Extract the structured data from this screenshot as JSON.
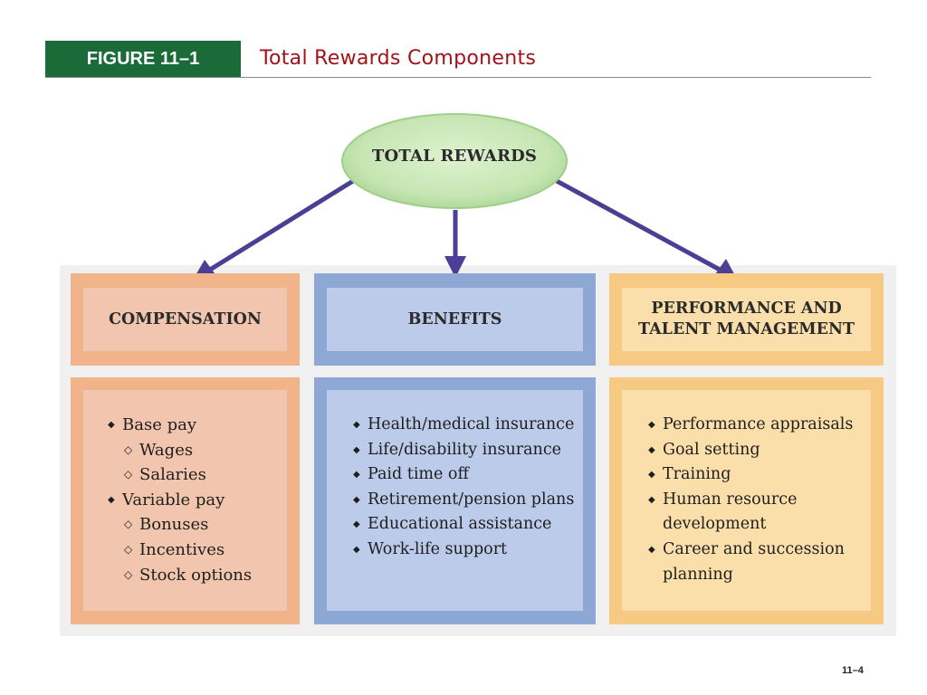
{
  "header": {
    "figure_label": "FIGURE 11–1",
    "figure_title": "Total Rewards Components"
  },
  "root": {
    "label": "TOTAL REWARDS"
  },
  "columns": [
    {
      "title_lines": [
        "COMPENSATION"
      ],
      "items": [
        {
          "text": "Base pay",
          "level": 0
        },
        {
          "text": "Wages",
          "level": 1
        },
        {
          "text": "Salaries",
          "level": 1
        },
        {
          "text": "Variable pay",
          "level": 0
        },
        {
          "text": "Bonuses",
          "level": 1
        },
        {
          "text": "Incentives",
          "level": 1
        },
        {
          "text": "Stock options",
          "level": 1
        }
      ]
    },
    {
      "title_lines": [
        "BENEFITS"
      ],
      "items": [
        {
          "text": "Health/medical insurance",
          "level": 0
        },
        {
          "text": "Life/disability insurance",
          "level": 0
        },
        {
          "text": "Paid time off",
          "level": 0
        },
        {
          "text": "Retirement/pension plans",
          "level": 0
        },
        {
          "text": "Educational assistance",
          "level": 0
        },
        {
          "text": "Work-life support",
          "level": 0
        }
      ]
    },
    {
      "title_lines": [
        "PERFORMANCE AND",
        "TALENT MANAGEMENT"
      ],
      "items": [
        {
          "text": "Performance appraisals",
          "level": 0
        },
        {
          "text": "Goal setting",
          "level": 0
        },
        {
          "text": "Training",
          "level": 0
        },
        {
          "text": "Human resource",
          "level": 0
        },
        {
          "text": "development",
          "level": 2
        },
        {
          "text": "Career and succession",
          "level": 0
        },
        {
          "text": "planning",
          "level": 2
        }
      ]
    }
  ],
  "page_number": "11–4",
  "colors": {
    "figure_label_bg": "#1a6b37",
    "title_red": "#a3121a",
    "arrow": "#4a3f95",
    "ellipse_green": "#c6e6b3",
    "compensation": "#f0b38a",
    "benefits": "#8ea8d6",
    "talent": "#f7ca84"
  }
}
